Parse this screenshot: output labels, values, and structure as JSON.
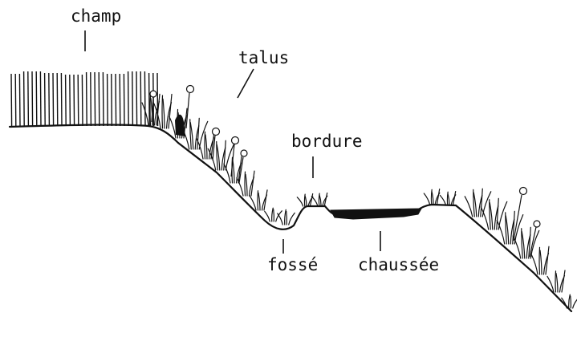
{
  "labels": {
    "champ": "champ",
    "talus": "talus",
    "bordure": "bordure",
    "fosse": "fossé",
    "chaussee": "chaussée"
  },
  "colors": {
    "ink": "#111111",
    "background": "#ffffff"
  }
}
